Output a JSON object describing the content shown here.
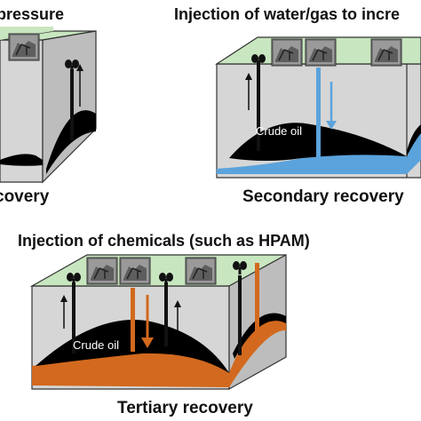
{
  "panels": {
    "primary": {
      "title": "pressure",
      "caption": "covery",
      "oil_label": ""
    },
    "secondary": {
      "title": "Injection of water/gas to incre",
      "caption": "Secondary recovery",
      "oil_label": "Crude oil"
    },
    "tertiary": {
      "title": "Injection of chemicals (such as HPAM)",
      "caption": "Tertiary recovery",
      "oil_label": "Crude oil"
    }
  },
  "colors": {
    "block_front": "#d6d6d6",
    "block_side": "#bdbdbd",
    "block_top": "#c8e6c0",
    "crude_oil": "#000000",
    "water_gas": "#5ba3dc",
    "chemicals": "#d2691e",
    "well": "#111111"
  },
  "icons": [
    "pumpjack-photo-icon",
    "wellhead-icon",
    "up-arrow-icon",
    "down-arrow-icon"
  ]
}
